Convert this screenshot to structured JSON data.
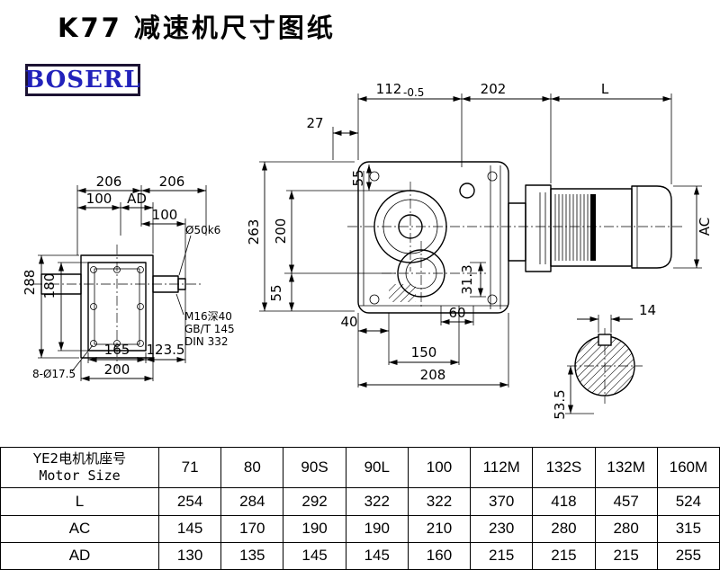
{
  "page": {
    "title": "K77 减速机尺寸图纸",
    "brand": "BOSERL"
  },
  "front_view": {
    "dim_206_a": "206",
    "dim_206_b": "206",
    "dim_100_top": "100",
    "dim_ad": "AD",
    "dim_100_side": "100",
    "shaft_dia": "Ø50k6",
    "dim_288": "288",
    "dim_180": "180",
    "tap_note_1": "M16深40",
    "tap_note_2": "GB/T 145",
    "tap_note_3": "DIN 332",
    "dim_165": "165",
    "dim_123_5": "123.5",
    "dim_200": "200",
    "holes_note": "8-Ø17.5"
  },
  "side_view": {
    "dim_112": "112",
    "dim_112_tol": "-0.5",
    "dim_202": "202",
    "dim_l": "L",
    "dim_27": "27",
    "dim_55_top": "55",
    "dim_263": "263",
    "dim_200": "200",
    "dim_55_bottom": "55",
    "dim_31_3": "31.3",
    "dim_40": "40",
    "dim_60": "60",
    "dim_150": "150",
    "dim_208": "208",
    "dim_ac": "AC"
  },
  "shaft_view": {
    "dim_14": "14",
    "dim_53_5": "53.5"
  },
  "table": {
    "header": {
      "label_cn": "YE2电机机座号",
      "label_en": "Motor Size",
      "sizes": [
        "71",
        "80",
        "90S",
        "90L",
        "100",
        "112M",
        "132S",
        "132M",
        "160M"
      ]
    },
    "rows": [
      {
        "label": "L",
        "values": [
          "254",
          "284",
          "292",
          "322",
          "322",
          "370",
          "418",
          "457",
          "524"
        ]
      },
      {
        "label": "AC",
        "values": [
          "145",
          "170",
          "190",
          "190",
          "210",
          "230",
          "280",
          "280",
          "315"
        ]
      },
      {
        "label": "AD",
        "values": [
          "130",
          "135",
          "145",
          "145",
          "160",
          "215",
          "215",
          "215",
          "255"
        ]
      }
    ]
  }
}
